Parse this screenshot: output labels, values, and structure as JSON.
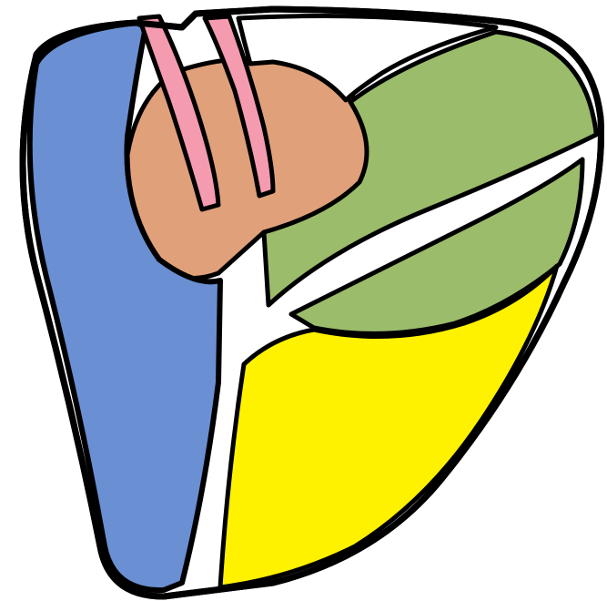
{
  "diagram": {
    "type": "segmented-outline-illustration",
    "label_text": [],
    "outline_color": "#000000",
    "background_color": "#ffffff",
    "regions": [
      {
        "name": "left-blue-region",
        "color": "#6a8fd3"
      },
      {
        "name": "pink-strip-left",
        "color": "#f59bb0"
      },
      {
        "name": "pink-strip-right",
        "color": "#f59bb0"
      },
      {
        "name": "tan-region",
        "color": "#e0a07a"
      },
      {
        "name": "green-upper-region",
        "color": "#9bbd6b"
      },
      {
        "name": "green-lower-region",
        "color": "#9bbd6b"
      },
      {
        "name": "yellow-region",
        "color": "#fff200"
      },
      {
        "name": "white-top-region",
        "color": "#ffffff"
      }
    ]
  }
}
